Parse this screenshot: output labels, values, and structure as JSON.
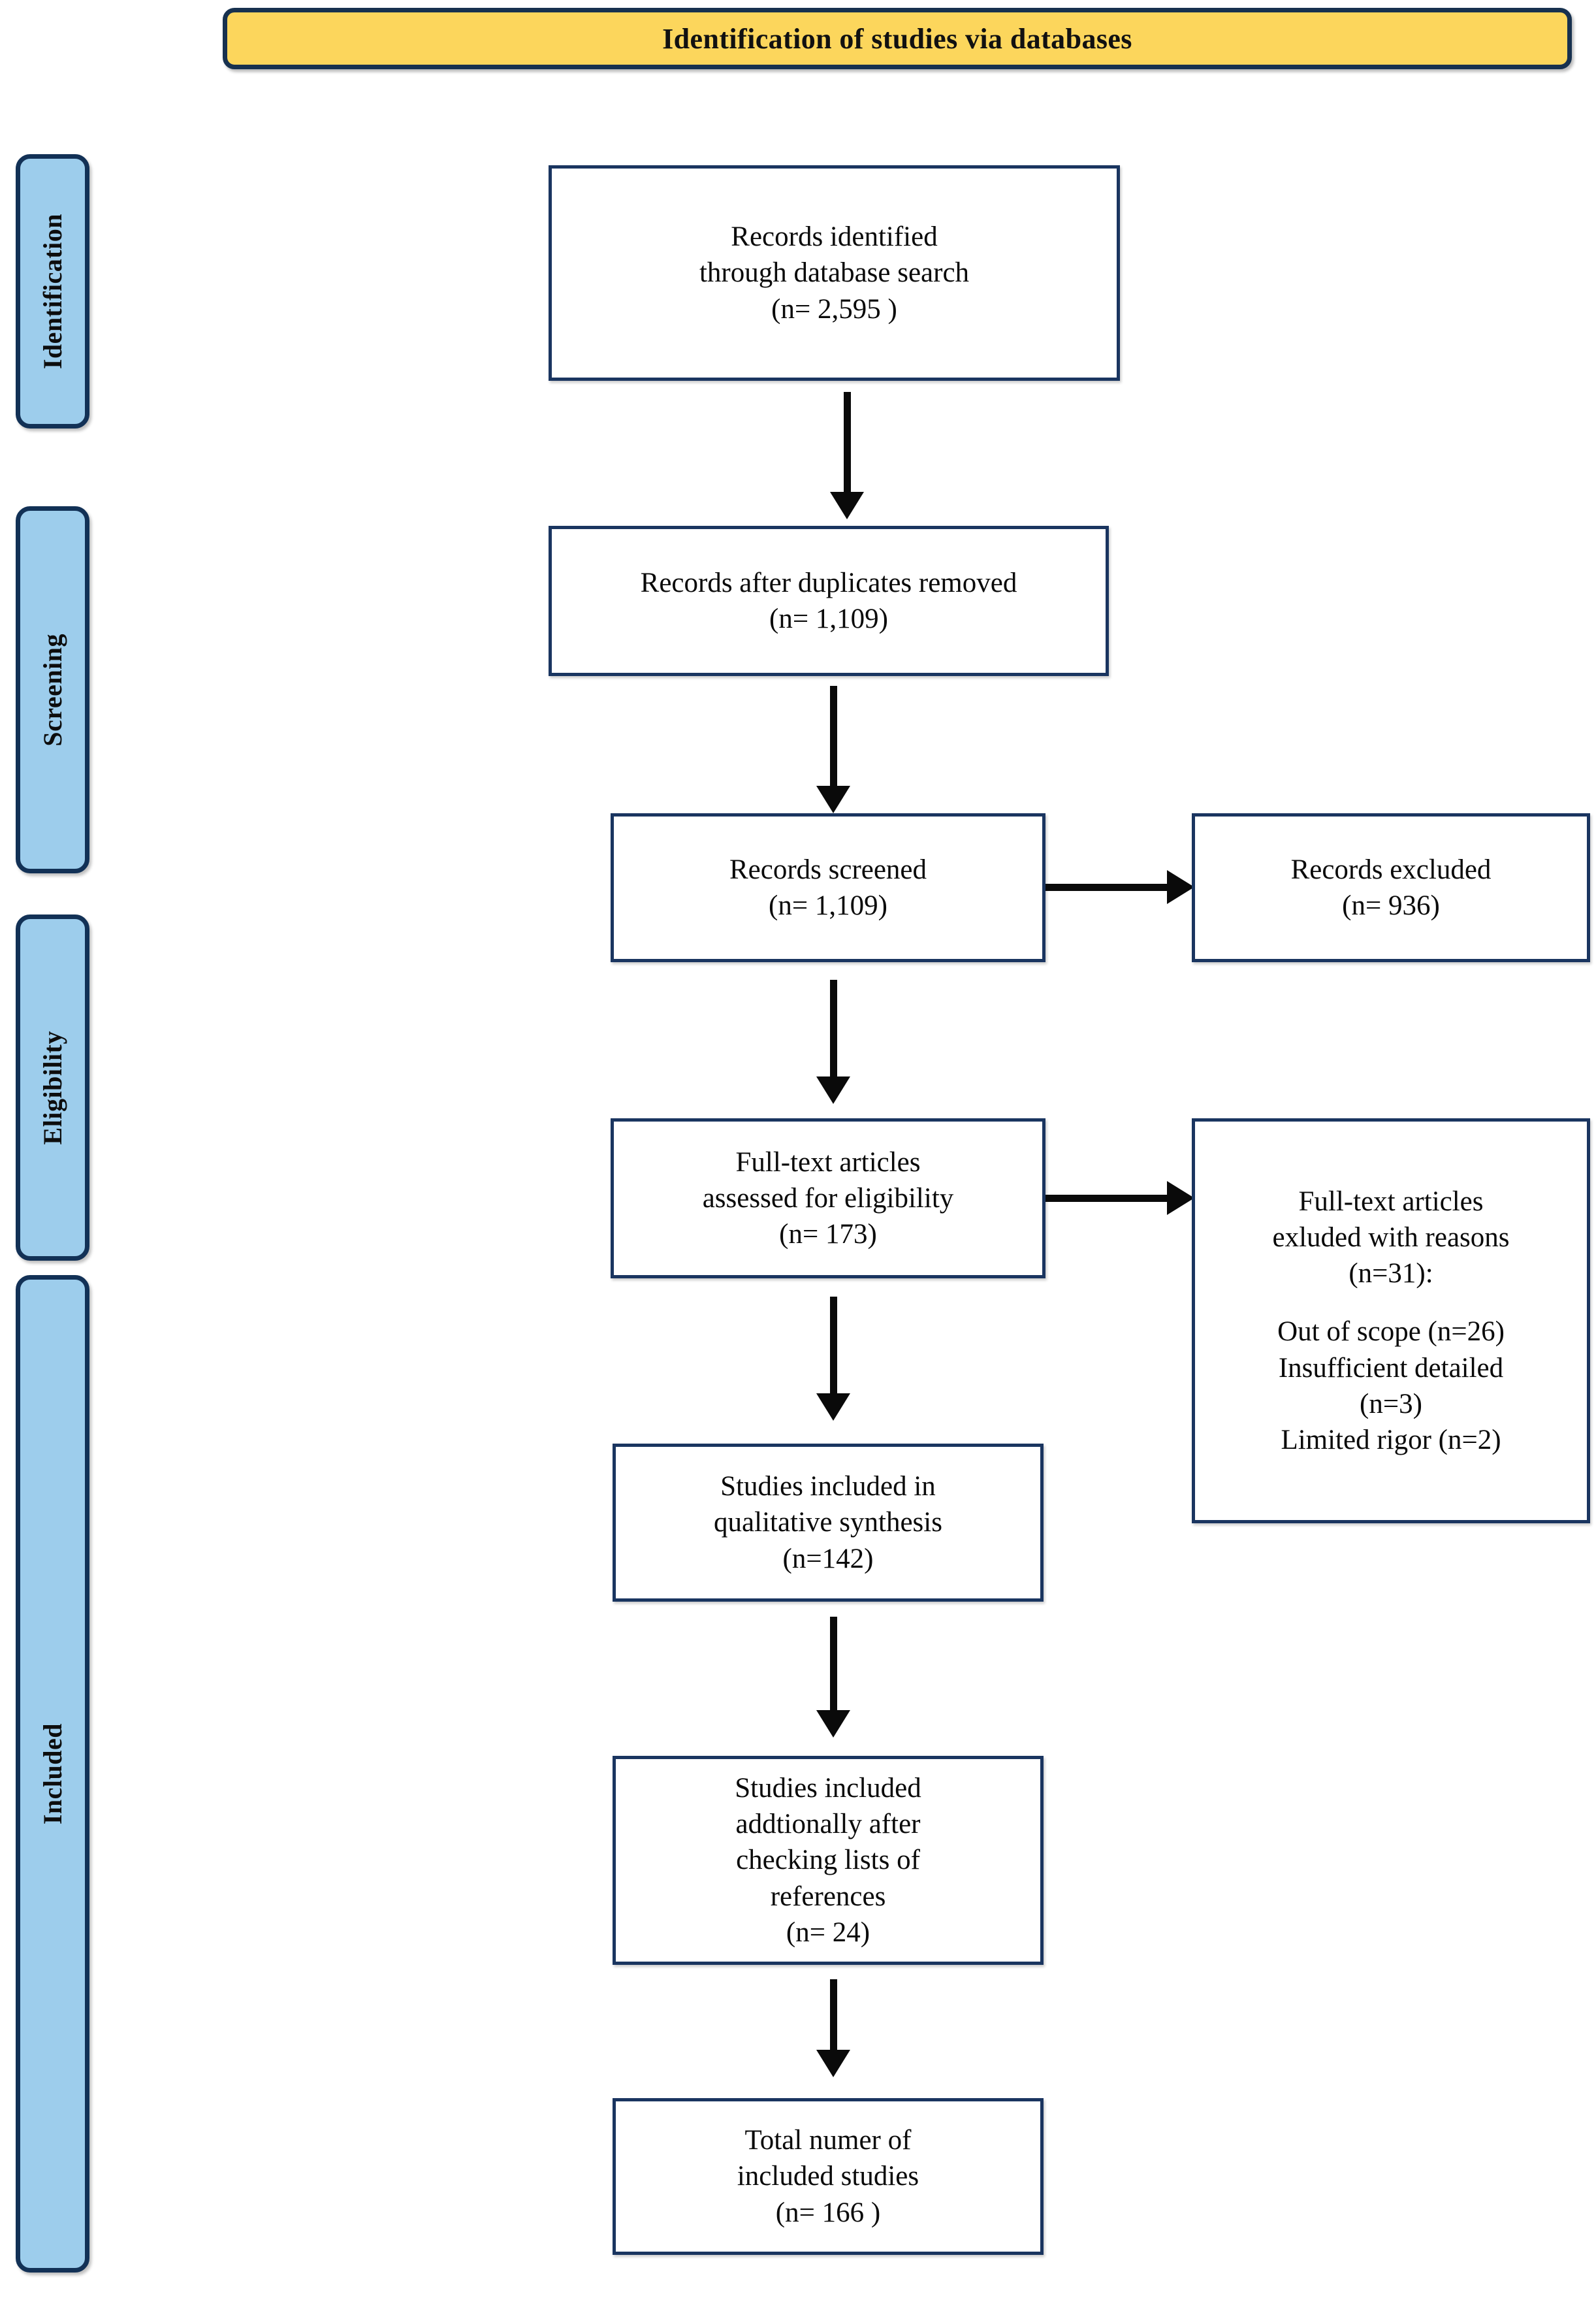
{
  "banner": {
    "title": "Identification of studies via databases",
    "fill_color": "#fcd65c",
    "border_color": "#17314f"
  },
  "stages": [
    {
      "label": "Identification"
    },
    {
      "label": "Screening"
    },
    {
      "label": "Eligibility"
    },
    {
      "label": "Included"
    }
  ],
  "stage_fill_color": "#9dcdec",
  "stage_border_color": "#123156",
  "box_border_color": "#1a3560",
  "boxes": {
    "identified": {
      "lines": [
        "Records identified",
        "through database search",
        "(n= 2,595 )"
      ]
    },
    "duplicates_removed": {
      "lines": [
        "Records after duplicates removed",
        "(n= 1,109)"
      ]
    },
    "screened": {
      "lines": [
        "Records screened",
        "(n= 1,109)"
      ]
    },
    "excluded": {
      "lines": [
        "Records excluded",
        "(n= 936)"
      ]
    },
    "fulltext_assessed": {
      "lines": [
        "Full-text articles",
        "assessed for eligibility",
        "(n= 173)"
      ]
    },
    "fulltext_excluded": {
      "lines": [
        "Full-text articles",
        "exluded with reasons",
        "(n=31):"
      ],
      "reasons": [
        "Out of scope (n=26)",
        "Insufficient detailed",
        "(n=3)",
        "Limited rigor (n=2)"
      ]
    },
    "qualitative": {
      "lines": [
        "Studies included in",
        "qualitative synthesis",
        "(n=142)"
      ]
    },
    "references": {
      "lines": [
        "Studies included",
        "addtionally after",
        "checking lists of",
        "references",
        "(n= 24)"
      ]
    },
    "total": {
      "lines": [
        "Total numer of",
        "included studies",
        "(n= 166 )"
      ]
    }
  }
}
